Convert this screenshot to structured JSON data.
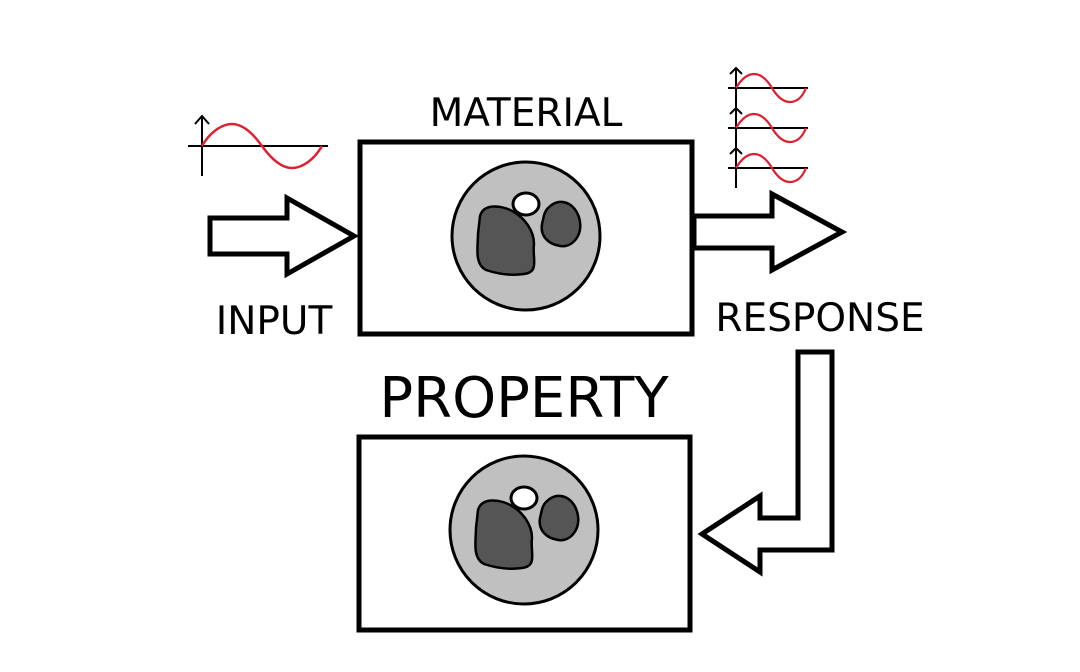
{
  "labels": {
    "material": "MATERIAL",
    "input": "INPUT",
    "response": "RESPONSE",
    "property": "PROPERTY"
  },
  "colors": {
    "outline": "#000000",
    "wave": "#e02030",
    "particle_fill": "#c0c0c0",
    "inclusion_fill": "#555555",
    "background": "#ffffff"
  },
  "icons": {
    "input_signal": "sine-wave-icon",
    "response_signals": "sine-wave-icon",
    "sample": "material-sample-icon"
  }
}
